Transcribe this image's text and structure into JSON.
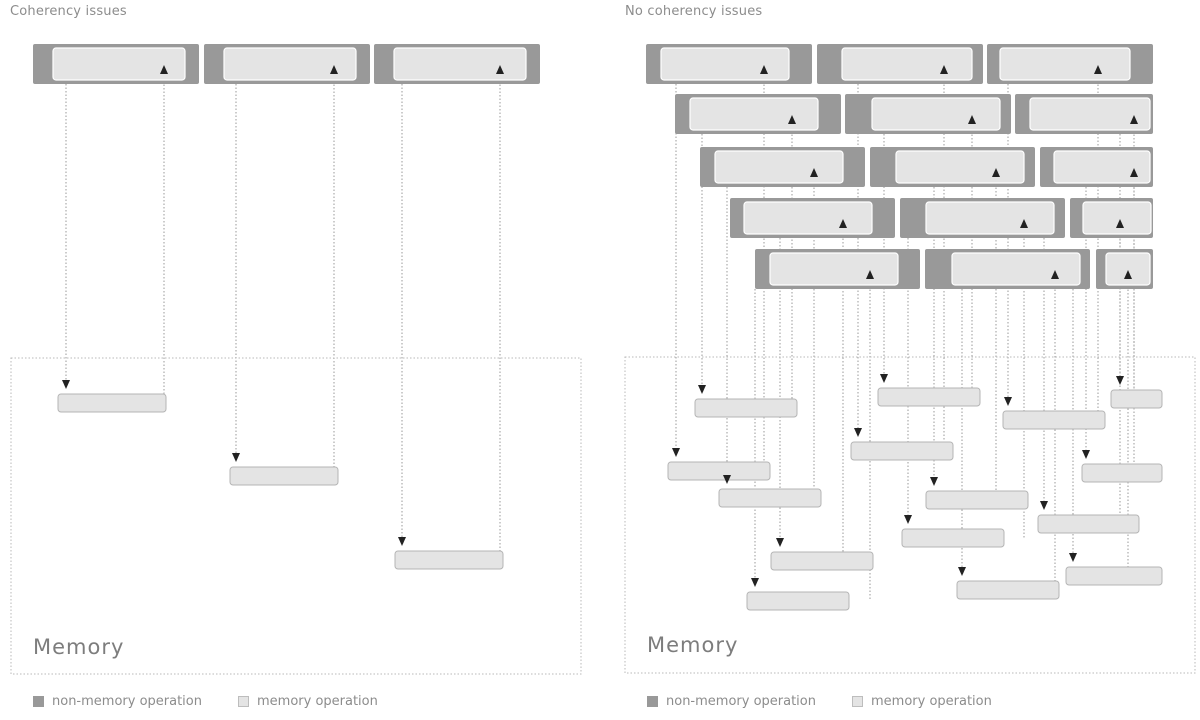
{
  "left_panel": {
    "title": "Coherency issues",
    "memory_label": "Memory",
    "legend": {
      "non_memory": "non-memory operation",
      "memory": "memory operation"
    }
  },
  "right_panel": {
    "title": "No coherency issues",
    "memory_label": "Memory",
    "legend": {
      "non_memory": "non-memory operation",
      "memory": "memory operation"
    }
  },
  "colors": {
    "non_memory_operation": "#999999",
    "memory_operation": "#e4e4e4",
    "border": "#b5b5b5",
    "dotted_line": "#9a9a9a"
  }
}
